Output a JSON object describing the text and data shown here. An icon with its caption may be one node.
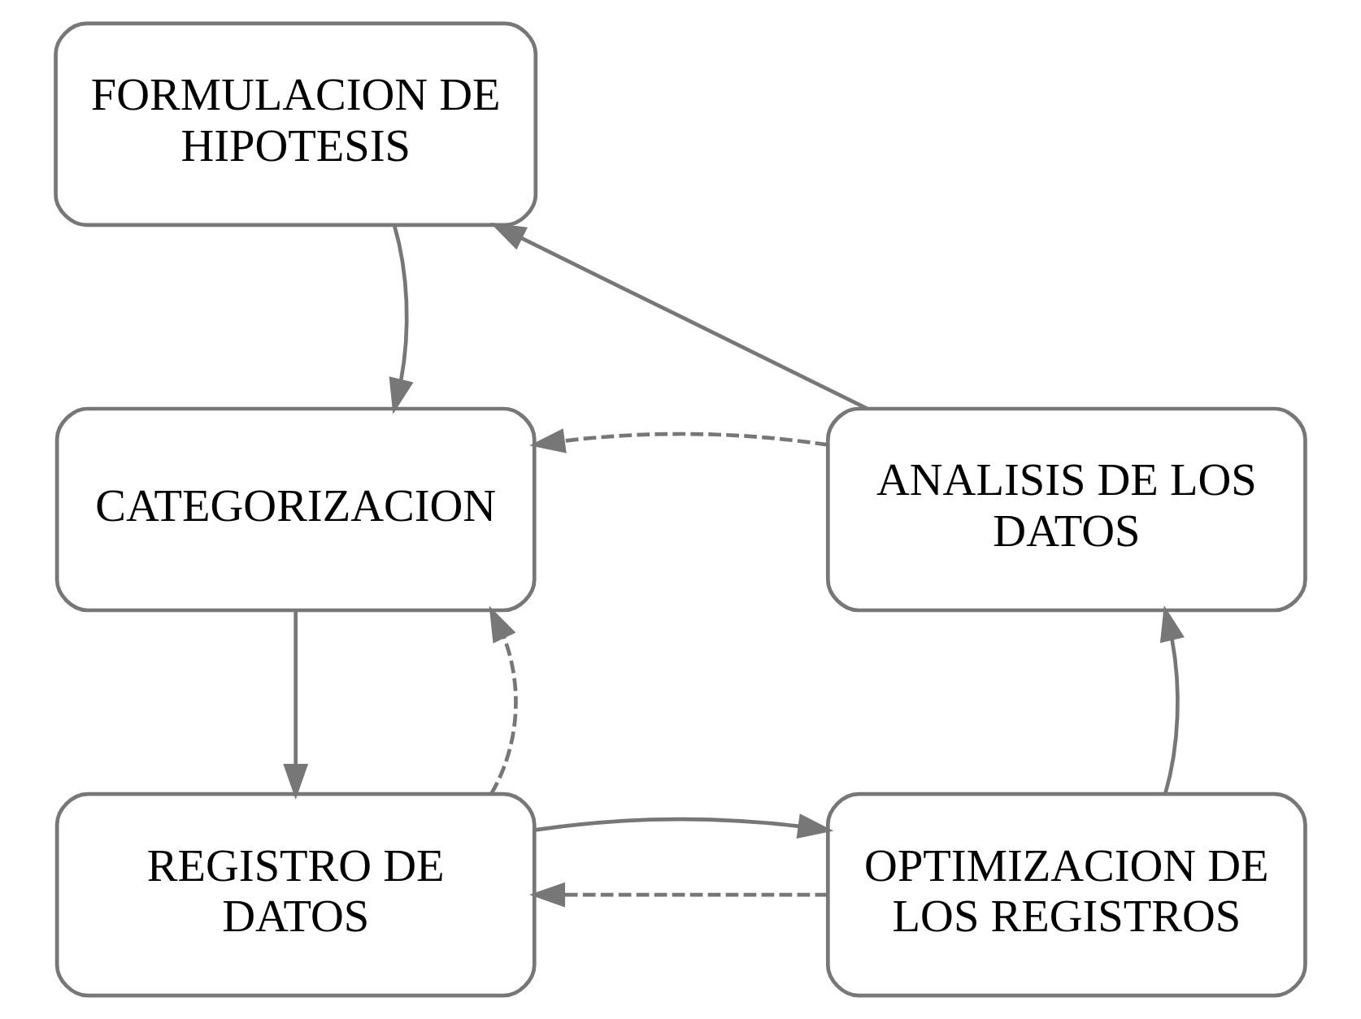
{
  "diagram": {
    "nodes": [
      {
        "text": [
          "FORMULACION DE HIPOTESIS"
        ]
      },
      {
        "text": [
          "CATEGORIZACION"
        ]
      },
      {
        "text": [
          "ANALISIS DE LOS DATOS"
        ]
      },
      {
        "text": [
          "REGISTRO DE DATOS"
        ]
      },
      {
        "text": [
          "OPTIMIZACION DE LOS REGISTROS"
        ]
      }
    ],
    "edges": [
      {
        "from": 0,
        "to": 1,
        "arrow": "to"
      },
      {
        "from": 2,
        "to": 1,
        "arrow": "to",
        "style": "dashed"
      },
      {
        "from": 1,
        "to": 3,
        "arrow": "to"
      },
      {
        "from": 3,
        "to": 1,
        "arrow": "to",
        "style": "dashed"
      },
      {
        "from": 4,
        "to": 3,
        "arrow": "to",
        "style": "dashed"
      },
      {
        "from": 3,
        "to": 4,
        "arrow": "to"
      },
      {
        "from": 4,
        "to": 2,
        "arrow": "to"
      },
      {
        "from": 2,
        "to": 0,
        "arrow": "to"
      }
    ]
  }
}
